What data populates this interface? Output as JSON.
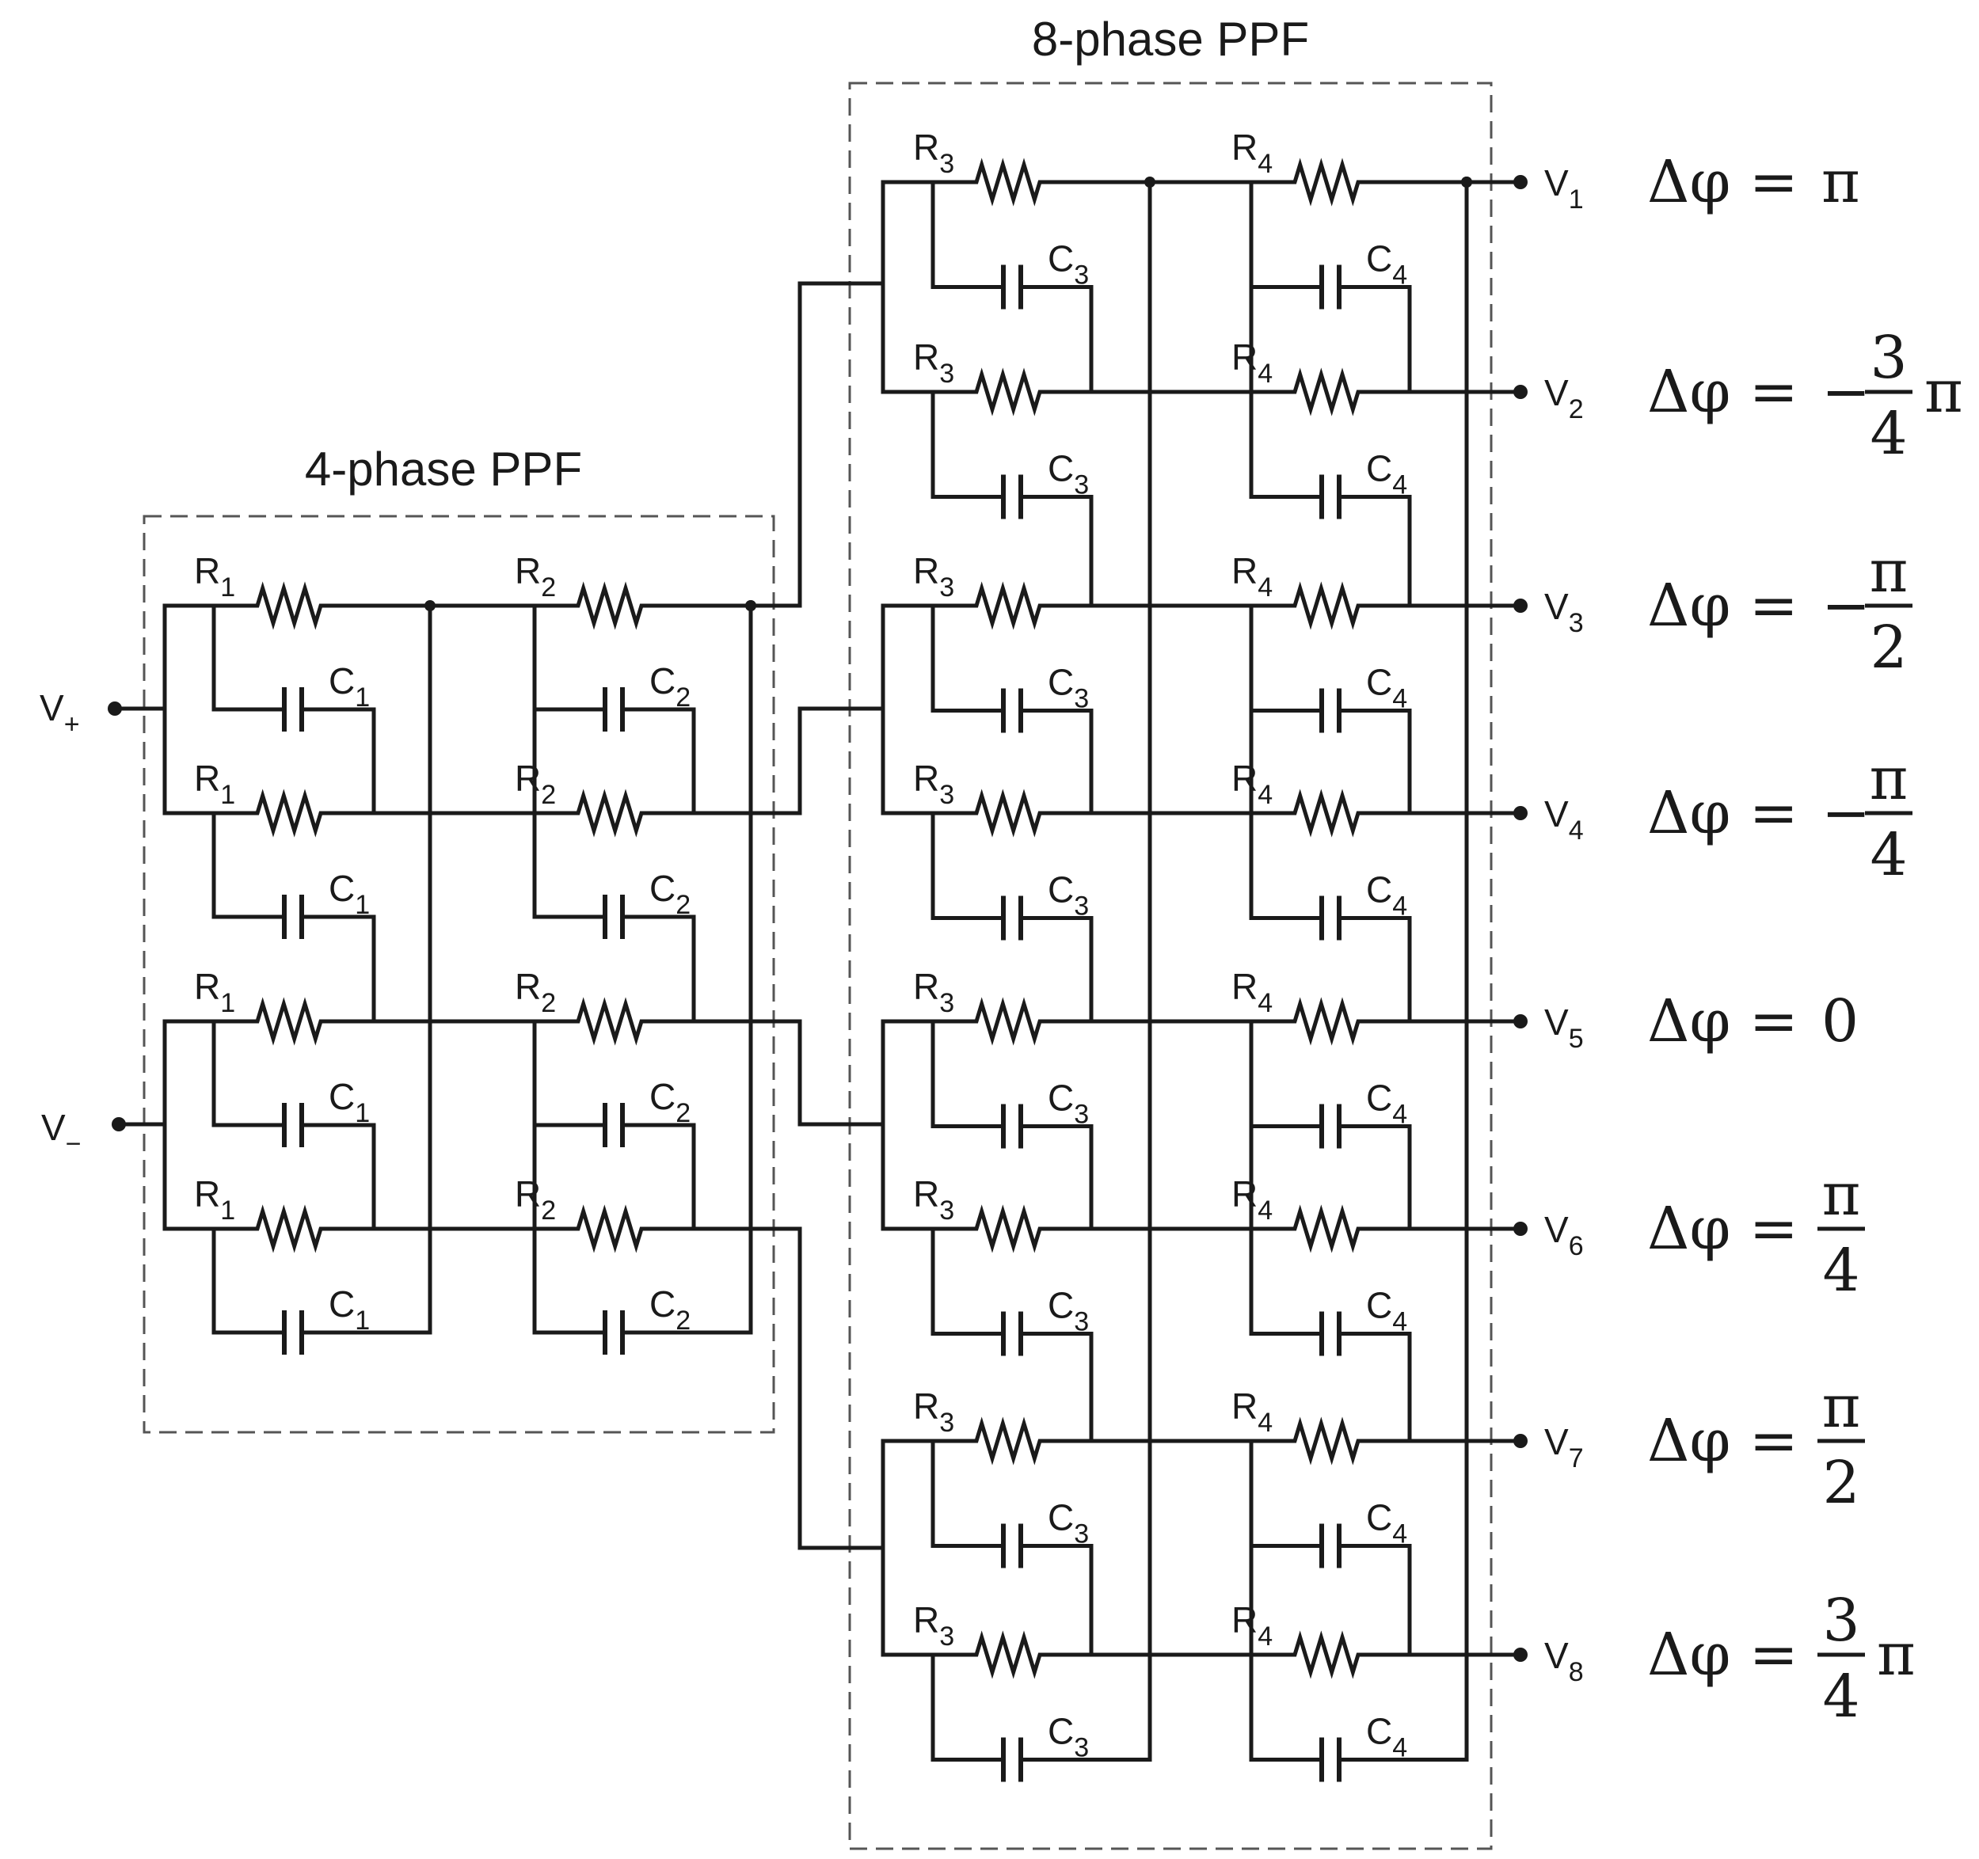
{
  "titles": {
    "four_phase": "4-phase PPF",
    "eight_phase": "8-phase PPF"
  },
  "inputs": [
    {
      "base": "V",
      "sub": "+"
    },
    {
      "base": "V",
      "sub": "−"
    }
  ],
  "stage1": {
    "r_base": "R",
    "r_sub": "1",
    "c_base": "C",
    "c_sub": "1"
  },
  "stage2": {
    "r_base": "R",
    "r_sub": "2",
    "c_base": "C",
    "c_sub": "2"
  },
  "stage3": {
    "r_base": "R",
    "r_sub": "3",
    "c_base": "C",
    "c_sub": "3"
  },
  "stage4": {
    "r_base": "R",
    "r_sub": "4",
    "c_base": "C",
    "c_sub": "4"
  },
  "outputs": [
    {
      "base": "V",
      "sub": "1",
      "phase": {
        "lhs": "Δφ",
        "eq": "=",
        "sign": "",
        "num": "",
        "den": "",
        "tail": "π"
      }
    },
    {
      "base": "V",
      "sub": "2",
      "phase": {
        "lhs": "Δφ",
        "eq": "=",
        "sign": "−",
        "num": "3",
        "den": "4",
        "tail": "π"
      }
    },
    {
      "base": "V",
      "sub": "3",
      "phase": {
        "lhs": "Δφ",
        "eq": "=",
        "sign": "−",
        "num": "π",
        "den": "2",
        "tail": ""
      }
    },
    {
      "base": "V",
      "sub": "4",
      "phase": {
        "lhs": "Δφ",
        "eq": "=",
        "sign": "−",
        "num": "π",
        "den": "4",
        "tail": ""
      }
    },
    {
      "base": "V",
      "sub": "5",
      "phase": {
        "lhs": "Δφ",
        "eq": "=",
        "sign": "",
        "num": "",
        "den": "",
        "tail": "0"
      }
    },
    {
      "base": "V",
      "sub": "6",
      "phase": {
        "lhs": "Δφ",
        "eq": "=",
        "sign": "",
        "num": "π",
        "den": "4",
        "tail": ""
      }
    },
    {
      "base": "V",
      "sub": "7",
      "phase": {
        "lhs": "Δφ",
        "eq": "=",
        "sign": "",
        "num": "π",
        "den": "2",
        "tail": ""
      }
    },
    {
      "base": "V",
      "sub": "8",
      "phase": {
        "lhs": "Δφ",
        "eq": "=",
        "sign": "",
        "num": "3",
        "den": "4",
        "tail": "π"
      }
    }
  ]
}
